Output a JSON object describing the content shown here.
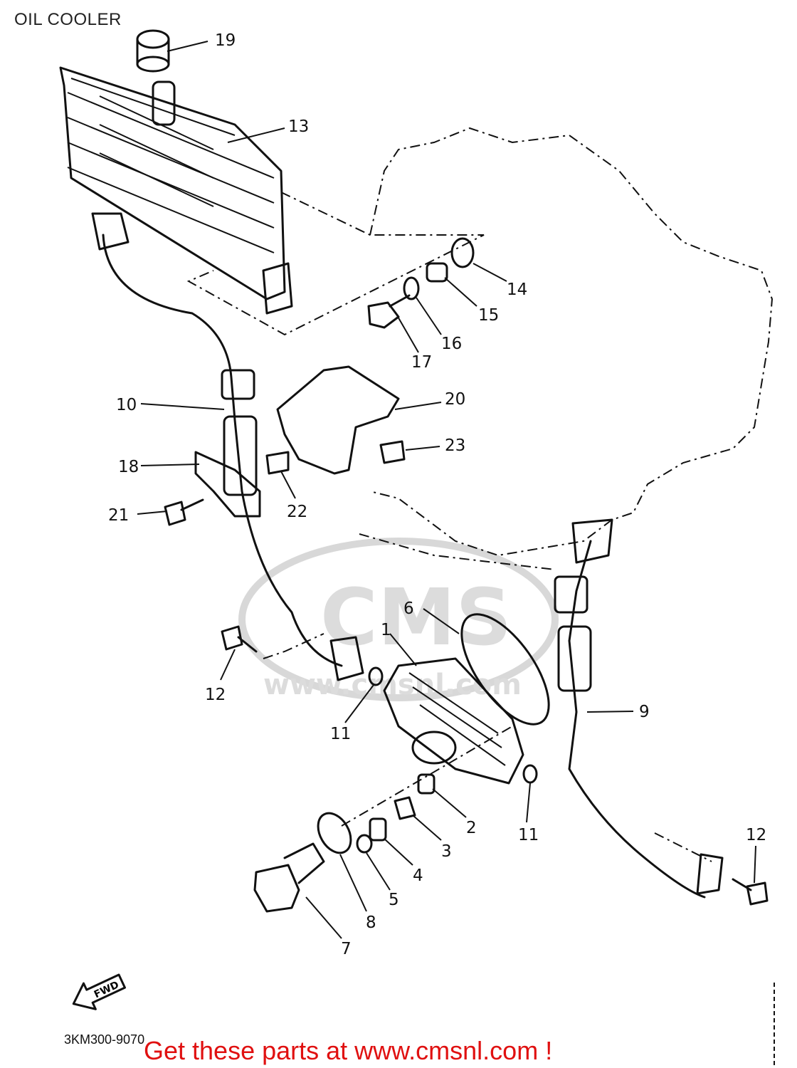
{
  "page": {
    "title": "OIL COOLER",
    "diagram_code": "3KM300-9070",
    "cta_text": "Get these parts at www.cmsnl.com !",
    "forward_label": "FWD"
  },
  "watermark": {
    "text_main": "CMS",
    "text_url": "www.cmsnl.com",
    "color": "#d8d8d8"
  },
  "callouts": [
    "1",
    "2",
    "3",
    "4",
    "5",
    "6",
    "7",
    "8",
    "9",
    "10",
    "11",
    "11",
    "12",
    "12",
    "13",
    "14",
    "15",
    "16",
    "17",
    "18",
    "19",
    "20",
    "21",
    "22",
    "23"
  ],
  "colors": {
    "line": "#111111",
    "cta": "#e01010"
  }
}
